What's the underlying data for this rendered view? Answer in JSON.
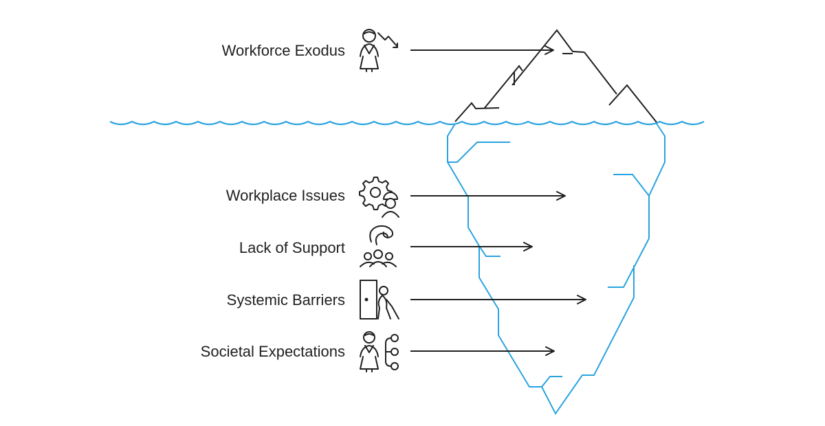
{
  "diagram": {
    "type": "iceberg",
    "items": [
      {
        "label": "Workforce Exodus",
        "level": "above-water",
        "icon": "woman-decline-icon"
      },
      {
        "label": "Workplace Issues",
        "level": "below-water",
        "icon": "gear-worker-icon"
      },
      {
        "label": "Lack of Support",
        "level": "below-water",
        "icon": "group-support-icon"
      },
      {
        "label": "Systemic Barriers",
        "level": "below-water",
        "icon": "door-person-icon"
      },
      {
        "label": "Societal Expectations",
        "level": "below-water",
        "icon": "woman-network-icon"
      }
    ]
  },
  "colors": {
    "ink": "#1f1f1f",
    "water": "#29a3df",
    "background": "#ffffff"
  }
}
